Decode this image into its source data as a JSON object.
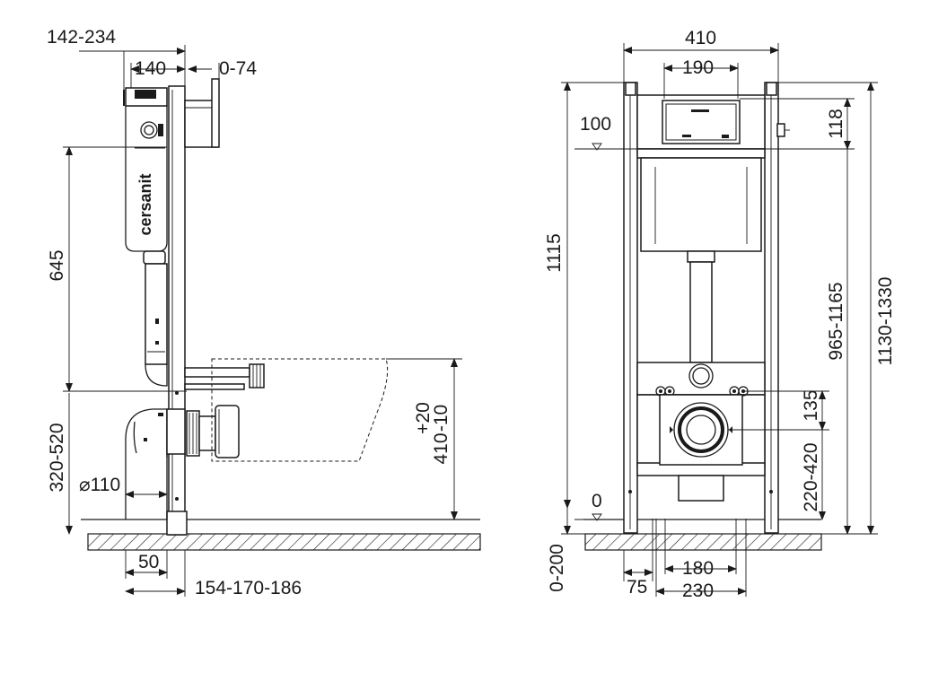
{
  "side_view": {
    "dim_142_234": "142-234",
    "dim_140": "140",
    "dim_0_74": "0-74",
    "dim_645": "645",
    "dim_320_520": "320-520",
    "dim_110": "⌀110",
    "dim_50": "50",
    "dim_154_170_186": "154-170-186",
    "dim_410": "410",
    "dim_410_tol_upper": "+20",
    "dim_410_tol_lower": "-10",
    "brand_logo": "cersanit"
  },
  "front_view": {
    "dim_410": "410",
    "dim_190": "190",
    "dim_100": "100",
    "dim_118": "118",
    "dim_1115": "1115",
    "dim_965_1165": "965-1165",
    "dim_1130_1330": "1130-1330",
    "dim_135": "135",
    "dim_220_420": "220-420",
    "dim_0": "0",
    "dim_0_200": "0-200",
    "dim_75": "75",
    "dim_180": "180",
    "dim_230": "230"
  },
  "colors": {
    "ink": "#1a1a1a",
    "background": "#ffffff"
  }
}
